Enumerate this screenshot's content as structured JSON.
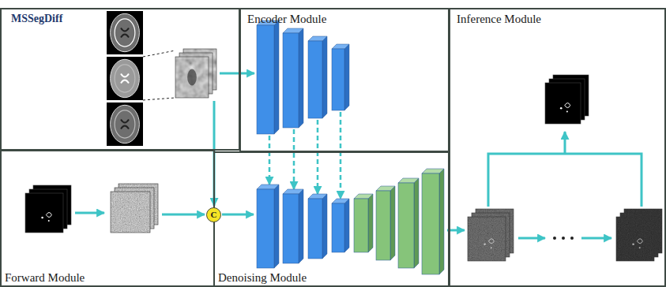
{
  "diagram": {
    "nodes": [
      {
        "text": [
          "MSSegDiff"
        ]
      },
      {
        "text": [
          "Encoder Module"
        ]
      },
      {
        "text": [
          "Inference Module"
        ]
      },
      {
        "text": [
          "Forward Module"
        ]
      },
      {
        "text": [
          "Denoising Module"
        ]
      },
      {
        "text": [
          "C"
        ]
      }
    ]
  }
}
